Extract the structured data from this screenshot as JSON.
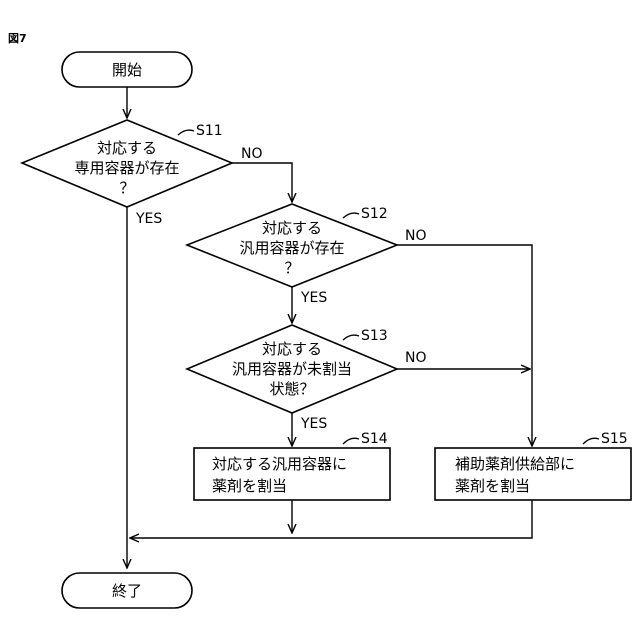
{
  "figure_label": "図7",
  "nodes": {
    "start": "開始",
    "s11": {
      "step": "S11",
      "lines": [
        "対応する",
        "専用容器が存在",
        "？"
      ]
    },
    "s12": {
      "step": "S12",
      "lines": [
        "対応する",
        "汎用容器が存在",
        "？"
      ]
    },
    "s13": {
      "step": "S13",
      "lines": [
        "対応する",
        "汎用容器が未割当",
        "状態？"
      ]
    },
    "s14": {
      "step": "S14",
      "lines": [
        "対応する汎用容器に",
        "薬剤を割当"
      ]
    },
    "s15": {
      "step": "S15",
      "lines": [
        "補助薬剤供給部に",
        "薬剤を割当"
      ]
    },
    "end": "終了"
  },
  "edges": {
    "s11_no": "NO",
    "s11_yes": "YES",
    "s12_no": "NO",
    "s12_yes": "YES",
    "s13_no": "NO",
    "s13_yes": "YES"
  }
}
